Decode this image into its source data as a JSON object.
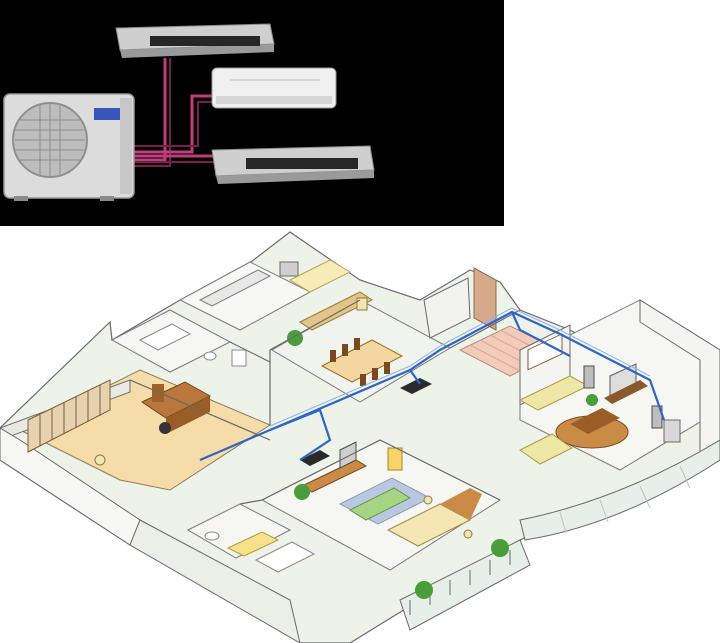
{
  "image": {
    "panels": [
      {
        "id": "top-product-photo",
        "kind": "photo",
        "bg": "#000000"
      },
      {
        "id": "bottom-floorplan",
        "kind": "isometric-illustration",
        "bg": "#ffffff"
      }
    ],
    "colors": {
      "pipe_magenta": "#c23b7a",
      "duct_blue": "#2f64c8",
      "unit_gray": "#d8d8d8",
      "unit_dark": "#2a2a2a",
      "wall": "#f3f3ef",
      "wall_edge": "#6a6a6a",
      "floor_light": "#eef3ea",
      "floor_wood": "#f6dca9",
      "floor_tile": "#f3cbb9",
      "sofa": "#efe7a6",
      "bed_blanket": "#a6d485",
      "rug": "#b9c8e0",
      "plant": "#4a9d3a",
      "table_wood": "#c98b45",
      "balcony_floor": "#e7efe9"
    },
    "icons": [
      "outdoor-unit-icon",
      "ducted-unit-icon",
      "wall-mounted-unit-icon",
      "plant-icon",
      "lamp-icon",
      "tv-icon"
    ]
  }
}
